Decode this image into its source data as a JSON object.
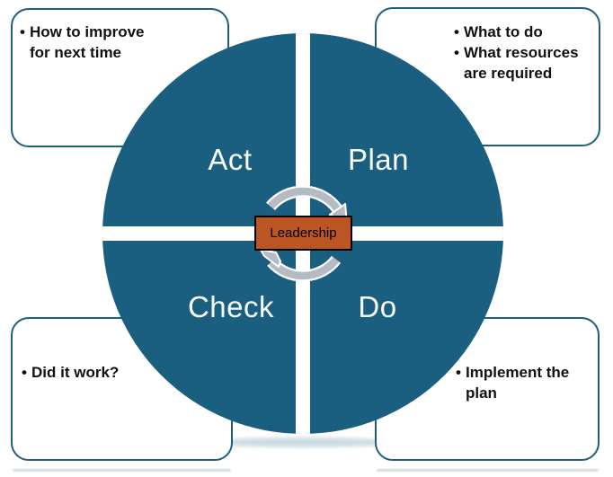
{
  "quadrants": {
    "act": "Act",
    "plan": "Plan",
    "check": "Check",
    "do": "Do"
  },
  "center": {
    "label": "Leadership"
  },
  "bullet_char": "•",
  "callouts": {
    "top_left": {
      "bullets": [
        [
          "How to improve",
          "for next time"
        ]
      ]
    },
    "top_right": {
      "bullets": [
        [
          "What to do"
        ],
        [
          "What resources",
          "are required"
        ]
      ]
    },
    "bottom_left": {
      "bullets": [
        [
          "Did it work?"
        ]
      ]
    },
    "bottom_right": {
      "bullets": [
        [
          "Implement the",
          "plan"
        ]
      ]
    }
  },
  "icons": {
    "cycle_arrows": "two-semicircular-clockwise-arrows"
  },
  "colors": {
    "quadrant_teal": "#1A5F80",
    "box_border": "#1E5F80",
    "center_orange": "#BB5524",
    "center_border": "#000000",
    "arrow_silver": "#B5BBC5",
    "arrow_outline": "#FFFFFF",
    "label_text": "#FAFCFD",
    "body_text": "#111111",
    "reflection_gray": "#D9DDE1"
  }
}
